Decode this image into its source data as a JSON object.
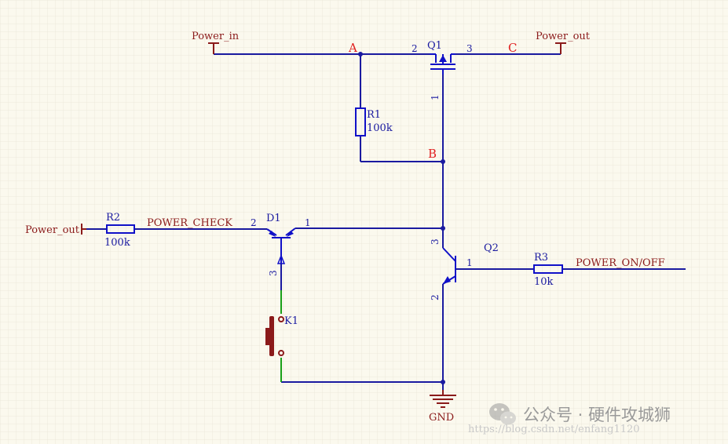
{
  "colors": {
    "background": "#fbf9ee",
    "grid": "#ece9dc",
    "wire": "#1a1aa0",
    "label": "#8b1a1a",
    "node_letter": "#e02020",
    "component": "#1010c8",
    "switch_wire": "#19a019",
    "switch_body": "#8b1a1a",
    "junction": "#1a1aa0"
  },
  "ports": {
    "power_in": "Power_in",
    "power_out_top": "Power_out",
    "power_out_left": "Power_out",
    "gnd": "GND"
  },
  "nets": {
    "power_check": "POWER_CHECK",
    "power_onoff": "POWER_ON/OFF"
  },
  "nodes": {
    "a": "A",
    "b": "B",
    "c": "C"
  },
  "components": {
    "q1": {
      "ref": "Q1",
      "pin_gate": "1",
      "pin_source": "2",
      "pin_drain": "3"
    },
    "q2": {
      "ref": "Q2",
      "pin_base": "1",
      "pin_emitter": "2",
      "pin_collector": "3"
    },
    "d1": {
      "ref": "D1",
      "pin_right": "1",
      "pin_left": "2",
      "pin_bottom": "3"
    },
    "r1": {
      "ref": "R1",
      "value": "100k"
    },
    "r2": {
      "ref": "R2",
      "value": "100k"
    },
    "r3": {
      "ref": "R3",
      "value": "10k"
    },
    "k1": {
      "ref": "K1"
    }
  },
  "watermark": {
    "brand": "公众号 · 硬件攻城狮",
    "url": "https://blog.csdn.net/enfang1120",
    "icon": "wechat-icon"
  }
}
